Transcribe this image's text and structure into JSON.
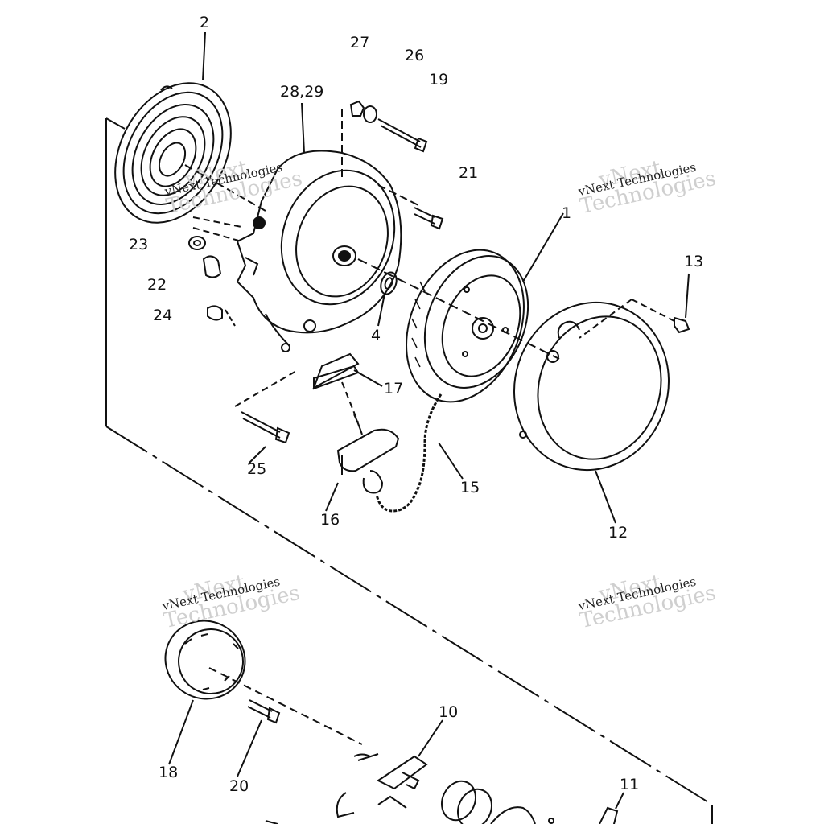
{
  "callouts": {
    "c1": "1",
    "c2": "2",
    "c4": "4",
    "c10": "10",
    "c11": "11",
    "c12": "12",
    "c13": "13",
    "c15": "15",
    "c16": "16",
    "c17": "17",
    "c18": "18",
    "c19": "19",
    "c20": "20",
    "c21": "21",
    "c22": "22",
    "c23": "23",
    "c24": "24",
    "c25": "25",
    "c26": "26",
    "c27": "27",
    "c2829": "28,29"
  },
  "watermark": {
    "brand": "vNext",
    "company": "vNext Technologies",
    "word": "Technologies"
  },
  "colors": {
    "line": "#111111",
    "watermark": "#cfcfcf"
  }
}
